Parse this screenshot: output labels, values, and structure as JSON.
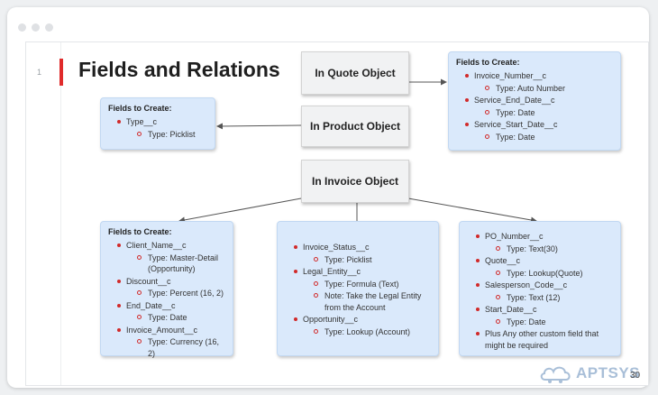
{
  "slide": {
    "number": "1",
    "title": "Fields and Relations",
    "page_number": "30",
    "logo_text": "APTSYS"
  },
  "objects": {
    "quote": "In Quote Object",
    "product": "In Product Object",
    "invoice": "In Invoice Object"
  },
  "boxes": {
    "quote_fields": {
      "heading": "Fields to Create:",
      "items": [
        {
          "level": 1,
          "text": "Invoice_Number__c"
        },
        {
          "level": 2,
          "text": "Type: Auto Number"
        },
        {
          "level": 1,
          "text": "Service_End_Date__c"
        },
        {
          "level": 2,
          "text": "Type: Date"
        },
        {
          "level": 1,
          "text": "Service_Start_Date__c"
        },
        {
          "level": 2,
          "text": "Type: Date"
        }
      ]
    },
    "product_fields": {
      "heading": "Fields to Create:",
      "items": [
        {
          "level": 1,
          "text": "Type__c"
        },
        {
          "level": 2,
          "text": "Type: Picklist"
        }
      ]
    },
    "invoice_fields_1": {
      "heading": "Fields to Create:",
      "items": [
        {
          "level": 1,
          "text": "Client_Name__c"
        },
        {
          "level": 2,
          "text": "Type: Master-Detail (Opportunity)"
        },
        {
          "level": 1,
          "text": "Discount__c"
        },
        {
          "level": 2,
          "text": "Type: Percent (16, 2)"
        },
        {
          "level": 1,
          "text": "End_Date__c"
        },
        {
          "level": 2,
          "text": "Type: Date"
        },
        {
          "level": 1,
          "text": "Invoice_Amount__c"
        },
        {
          "level": 2,
          "text": "Type: Currency (16, 2)"
        }
      ]
    },
    "invoice_fields_2": {
      "heading": "",
      "items": [
        {
          "level": 1,
          "text": "Invoice_Status__c"
        },
        {
          "level": 2,
          "text": "Type: Picklist"
        },
        {
          "level": 1,
          "text": "Legal_Entity__c"
        },
        {
          "level": 2,
          "text": "Type: Formula (Text)"
        },
        {
          "level": 2,
          "text": "Note: Take the Legal Entity from the Account"
        },
        {
          "level": 1,
          "text": "Opportunity__c"
        },
        {
          "level": 2,
          "text": "Type: Lookup (Account)"
        }
      ]
    },
    "invoice_fields_3": {
      "heading": "",
      "items": [
        {
          "level": 1,
          "text": "PO_Number__c"
        },
        {
          "level": 2,
          "text": "Type: Text(30)"
        },
        {
          "level": 1,
          "text": "Quote__c"
        },
        {
          "level": 2,
          "text": "Type: Lookup(Quote)"
        },
        {
          "level": 1,
          "text": "Salesperson_Code__c"
        },
        {
          "level": 2,
          "text": "Type: Text (12)"
        },
        {
          "level": 1,
          "text": "Start_Date__c"
        },
        {
          "level": 2,
          "text": "Type: Date"
        },
        {
          "level": 1,
          "text": "Plus Any other custom field that might be required"
        }
      ]
    }
  },
  "colors": {
    "accent": "#e02b2b",
    "box_fill": "#dae9fb",
    "bullet": "#d12a2a",
    "arrow": "#555555"
  }
}
